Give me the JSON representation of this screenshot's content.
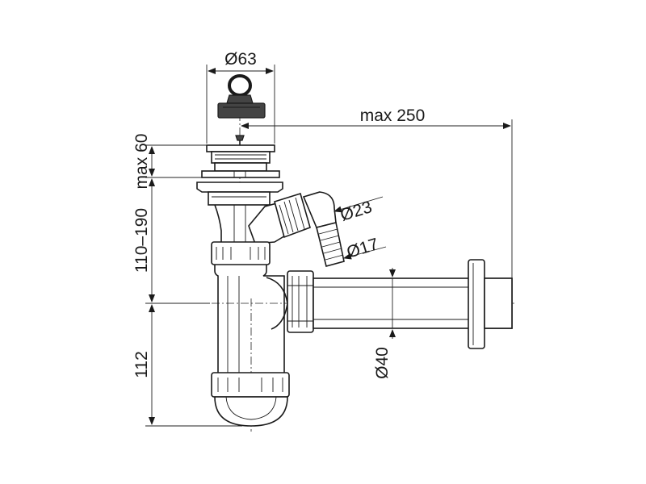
{
  "dimensions": {
    "d63": "Ø63",
    "max250": "max 250",
    "max60": "max 60",
    "h110_190": "110–190",
    "h112": "112",
    "d23": "Ø23",
    "d17": "Ø17",
    "d40": "Ø40"
  }
}
